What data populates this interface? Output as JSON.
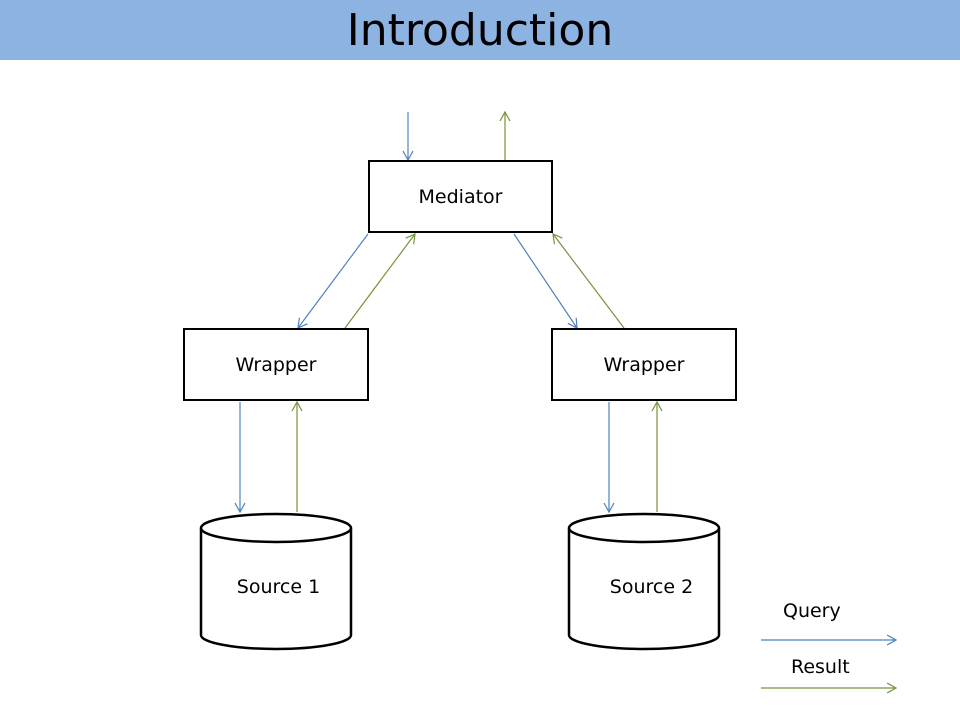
{
  "slide": {
    "title": "Introduction"
  },
  "nodes": {
    "mediator": "Mediator",
    "wrapper_left": "Wrapper",
    "wrapper_right": "Wrapper",
    "source_1": "Source 1",
    "source_2": "Source 2"
  },
  "legend": {
    "query_label": "Query",
    "result_label": "Result"
  },
  "colors": {
    "title_bar": "#8db3e2",
    "query_arrow": "#4f81bd",
    "result_arrow": "#77933c"
  }
}
